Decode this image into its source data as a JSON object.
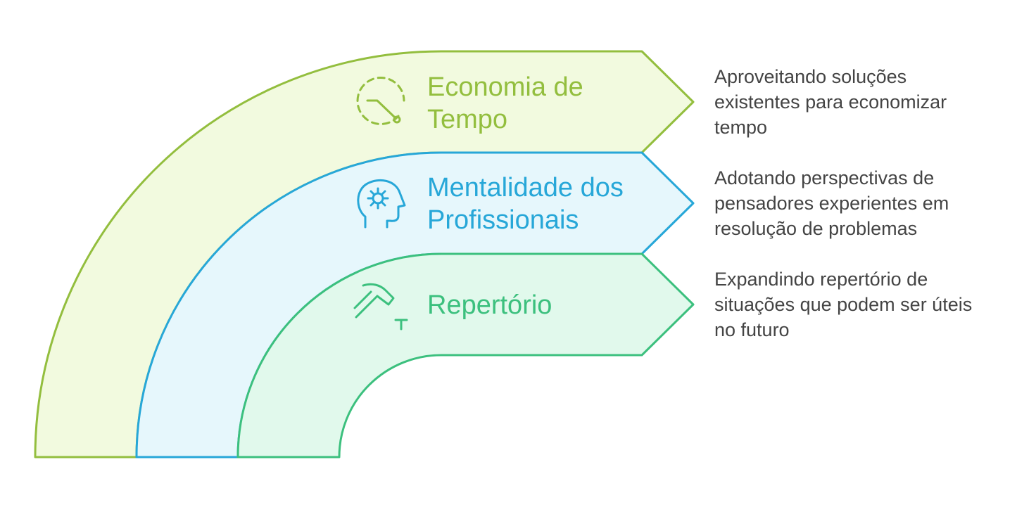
{
  "colors": {
    "band1_stroke": "#93BE3E",
    "band1_fill": "#F2FADF",
    "band2_stroke": "#27A7D8",
    "band2_fill": "#E6F7FC",
    "band3_stroke": "#3CC07E",
    "band3_fill": "#E1F9EC",
    "description_text": "#444444"
  },
  "bands": [
    {
      "title_lines": [
        "Economia de",
        "Tempo"
      ],
      "icon": "clock-icon",
      "description_lines": [
        "Aproveitando soluções",
        "existentes para economizar",
        "tempo"
      ]
    },
    {
      "title_lines": [
        "Mentalidade dos",
        "Profissionais"
      ],
      "icon": "head-gear-icon",
      "description_lines": [
        "Adotando perspectivas de",
        "pensadores experientes em",
        "resolução de problemas"
      ]
    },
    {
      "title_lines": [
        "Repertório"
      ],
      "icon": "hammer-nail-icon",
      "description_lines": [
        "Expandindo repertório de",
        "situações que podem ser úteis",
        "no futuro"
      ]
    }
  ]
}
